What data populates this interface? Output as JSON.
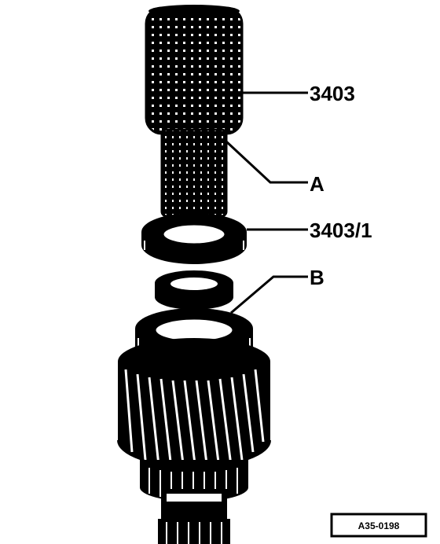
{
  "labels": {
    "tool_main": "3403",
    "part_a": "A",
    "tool_ring": "3403/1",
    "part_b": "B"
  },
  "reference_code": "A35-0198",
  "colors": {
    "ink": "#000000",
    "paper": "#ffffff"
  }
}
